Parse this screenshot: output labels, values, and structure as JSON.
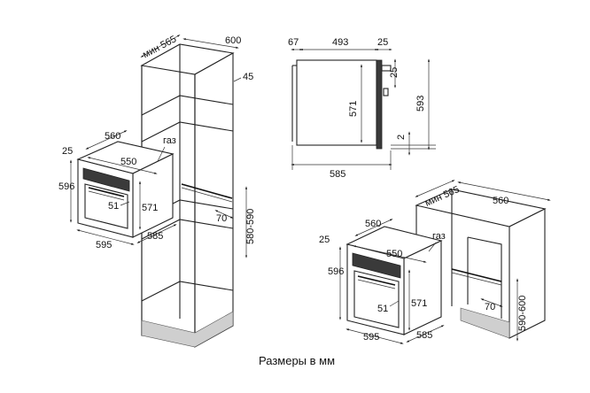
{
  "caption": "Размеры в мм",
  "tall_cabinet": {
    "depth_min": "мин 565",
    "depth": "600",
    "gap": "45",
    "oven_width": "560",
    "oven_top_gap": "25",
    "oven_height": "596",
    "inner_width": "550",
    "gas_label": "газ",
    "inner_height": "571",
    "front_offset": "51",
    "front_width": "595",
    "front_depth": "585",
    "niche_depth": "70",
    "niche_height": "580-590"
  },
  "side_view": {
    "back_gap": "67",
    "body_depth": "493",
    "panel": "25",
    "top_offset": "25",
    "body_height": "571",
    "front_height": "593",
    "bottom_gap": "2",
    "total_depth": "585"
  },
  "under_counter": {
    "depth_min": "мин 565",
    "width": "560",
    "oven_top_gap": "25",
    "oven_width": "560",
    "gas_label": "газ",
    "oven_height": "596",
    "inner_width": "550",
    "inner_height": "571",
    "front_offset": "51",
    "front_width": "595",
    "front_depth": "585",
    "niche_depth": "70",
    "niche_height": "590-600"
  }
}
